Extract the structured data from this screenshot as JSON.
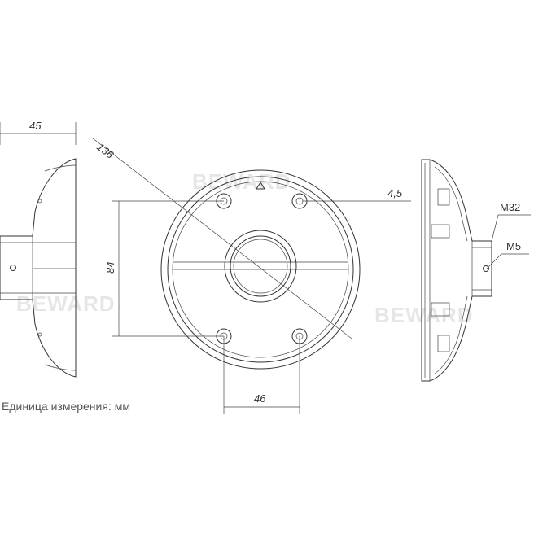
{
  "watermark": "BEWARD",
  "unit_caption": "Единица измерения: мм",
  "dimensions": {
    "side_width": "45",
    "diameter": "136",
    "hole_diameter": "4,5",
    "vertical_spacing": "84",
    "horizontal_spacing": "46",
    "thread_main": "M32",
    "thread_screw": "M5"
  },
  "colors": {
    "line": "#333333",
    "watermark": "#e6e6e6",
    "caption": "#555555"
  }
}
